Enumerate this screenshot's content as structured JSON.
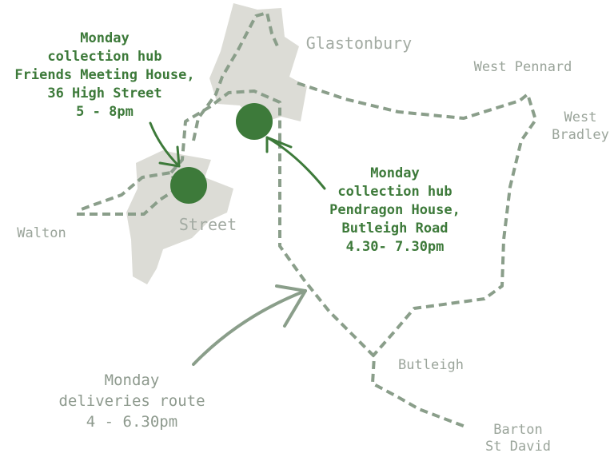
{
  "colors": {
    "town_fill": "#dcdcd6",
    "route": "#8a9e8a",
    "hub_marker": "#3d7a3a",
    "hub_text": "#3d7a3a",
    "place_text": "#9aa49a",
    "note_arrow": "#8a9e8a"
  },
  "towns": {
    "glastonbury": "Glastonbury",
    "street": "Street"
  },
  "places": {
    "west_pennard": "West Pennard",
    "west_bradley": [
      "West",
      "Bradley"
    ],
    "walton": "Walton",
    "butleigh": "Butleigh",
    "barton_st_david": [
      "Barton",
      "St David"
    ]
  },
  "hub_street": {
    "lines": [
      "Monday",
      "collection hub",
      "Friends Meeting House,",
      "36 High Street",
      "5 - 8pm"
    ]
  },
  "hub_glastonbury": {
    "lines": [
      "Monday",
      "collection hub",
      "Pendragon House,",
      "Butleigh Road",
      "4.30- 7.30pm"
    ]
  },
  "delivery_note": {
    "lines": [
      "Monday",
      "deliveries route",
      "4 - 6.30pm"
    ]
  }
}
